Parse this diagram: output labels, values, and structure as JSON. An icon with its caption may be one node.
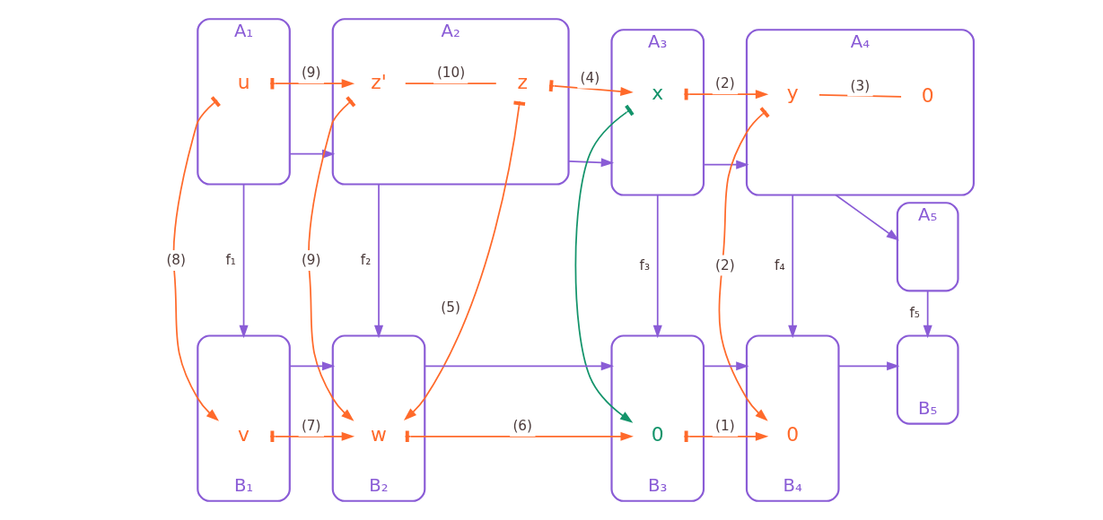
{
  "diagram": {
    "nodes": [
      {
        "text": [
          "A₁"
        ]
      },
      {
        "text": [
          "u"
        ],
        "in": 0
      },
      {
        "text": [
          "A₂"
        ]
      },
      {
        "text": [
          "z'"
        ],
        "in": 2
      },
      {
        "text": [
          "z"
        ],
        "in": 2
      },
      {
        "text": [
          "A₃"
        ]
      },
      {
        "text": [
          "x"
        ],
        "in": 5
      },
      {
        "text": [
          "A₄"
        ]
      },
      {
        "text": [
          "y"
        ],
        "in": 7
      },
      {
        "text": [
          "0"
        ],
        "in": 7
      },
      {
        "text": [
          "A₅"
        ]
      },
      {
        "text": [
          "B₁"
        ]
      },
      {
        "text": [
          "v"
        ],
        "in": 11
      },
      {
        "text": [
          "B₂"
        ]
      },
      {
        "text": [
          "w"
        ],
        "in": 13
      },
      {
        "text": [
          "B₃"
        ]
      },
      {
        "text": [
          "0"
        ],
        "in": 15
      },
      {
        "text": [
          "B₄"
        ]
      },
      {
        "text": [
          "0"
        ],
        "in": 17
      },
      {
        "text": [
          "B₅"
        ]
      }
    ],
    "edges": [
      {
        "from": 0,
        "to": 2,
        "arrow": "to",
        "color": "#8a5cd6"
      },
      {
        "from": 2,
        "to": 5,
        "arrow": "to",
        "color": "#8a5cd6"
      },
      {
        "from": 5,
        "to": 7,
        "arrow": "to",
        "color": "#8a5cd6"
      },
      {
        "from": 7,
        "to": 10,
        "arrow": "to",
        "color": "#8a5cd6"
      },
      {
        "from": 11,
        "to": 13,
        "arrow": "to",
        "color": "#8a5cd6"
      },
      {
        "from": 13,
        "to": 15,
        "arrow": "to",
        "color": "#8a5cd6"
      },
      {
        "from": 15,
        "to": 17,
        "arrow": "to",
        "color": "#8a5cd6"
      },
      {
        "from": 17,
        "to": 19,
        "arrow": "to",
        "color": "#8a5cd6"
      },
      {
        "from": 0,
        "to": 11,
        "arrow": "to",
        "label": "f₁",
        "color": "#8a5cd6"
      },
      {
        "from": 2,
        "to": 13,
        "arrow": "to",
        "label": "f₂",
        "color": "#8a5cd6"
      },
      {
        "from": 5,
        "to": 15,
        "arrow": "to",
        "label": "f₃",
        "color": "#8a5cd6"
      },
      {
        "from": 7,
        "to": 17,
        "arrow": "to",
        "label": "f₄",
        "color": "#8a5cd6"
      },
      {
        "from": 10,
        "to": 19,
        "arrow": "to",
        "label": "f₅",
        "color": "#8a5cd6"
      },
      {
        "from": 1,
        "to": 3,
        "arrow": "to",
        "label": "(9)",
        "color": "#ff6a2b"
      },
      {
        "from": 3,
        "to": 4,
        "arrow": "none",
        "label": "(10)",
        "color": "#ff6a2b"
      },
      {
        "from": 4,
        "to": 6,
        "arrow": "to",
        "label": "(4)",
        "color": "#ff6a2b"
      },
      {
        "from": 6,
        "to": 8,
        "arrow": "to",
        "label": "(2)",
        "color": "#ff6a2b"
      },
      {
        "from": 8,
        "to": 9,
        "arrow": "none",
        "label": "(3)",
        "color": "#ff6a2b"
      },
      {
        "from": 1,
        "to": 12,
        "arrow": "to",
        "label": "(8)",
        "color": "#ff6a2b"
      },
      {
        "from": 3,
        "to": 14,
        "arrow": "to",
        "label": "(9)",
        "color": "#ff6a2b"
      },
      {
        "from": 4,
        "to": 14,
        "arrow": "to",
        "label": "(5)",
        "color": "#ff6a2b"
      },
      {
        "from": 6,
        "to": 16,
        "arrow": "to",
        "color": "#14946b"
      },
      {
        "from": 8,
        "to": 18,
        "arrow": "to",
        "label": "(2)",
        "color": "#ff6a2b"
      },
      {
        "from": 12,
        "to": 14,
        "arrow": "to",
        "label": "(7)",
        "color": "#ff6a2b"
      },
      {
        "from": 14,
        "to": 16,
        "arrow": "to",
        "label": "(6)",
        "color": "#ff6a2b"
      },
      {
        "from": 16,
        "to": 18,
        "arrow": "to",
        "label": "(1)",
        "color": "#ff6a2b"
      }
    ]
  }
}
